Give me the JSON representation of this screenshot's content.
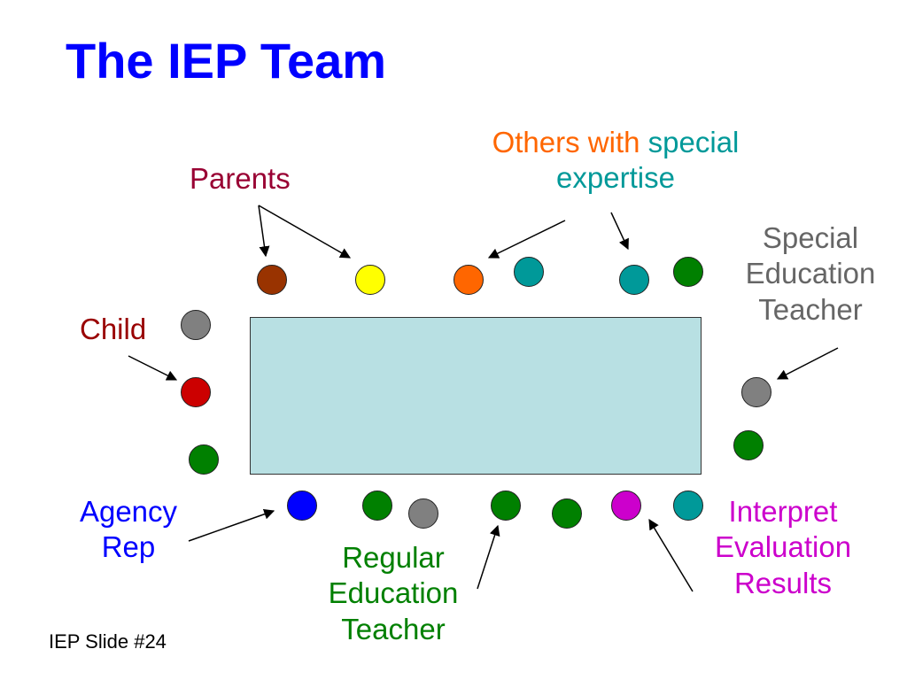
{
  "colors": {
    "title": "#0000ff",
    "parents": "#990033",
    "child": "#990000",
    "others_with": "#ff6600",
    "special_expertise": "#009999",
    "sped_teacher": "#666666",
    "agency_rep": "#0000ff",
    "regular_teacher": "#008000",
    "interpret": "#cc00cc",
    "footer": "#000000",
    "table_fill": "#b8e0e3",
    "arrow": "#000000"
  },
  "title": "The IEP Team",
  "labels": {
    "parents": "Parents",
    "others_prefix": "Others with",
    "others_special": "special",
    "others_expertise": "expertise",
    "child": "Child",
    "sped_teacher": [
      "Special",
      "Education",
      "Teacher"
    ],
    "agency_rep": [
      "Agency",
      "Rep"
    ],
    "regular_teacher": [
      "Regular",
      "Education",
      "Teacher"
    ],
    "interpret": [
      "Interpret",
      "Evaluation",
      "Results"
    ]
  },
  "footer": "IEP Slide #24",
  "seats": [
    {
      "name": "seat-parent-1",
      "color": "#993300"
    },
    {
      "name": "seat-parent-2",
      "color": "#ffff00"
    },
    {
      "name": "seat-expert-orange",
      "color": "#ff6600"
    },
    {
      "name": "seat-expert-teal-1",
      "color": "#009999"
    },
    {
      "name": "seat-expert-teal-2",
      "color": "#009999"
    },
    {
      "name": "seat-top-green",
      "color": "#008000"
    },
    {
      "name": "seat-left-gray",
      "color": "#808080"
    },
    {
      "name": "seat-child",
      "color": "#cc0000"
    },
    {
      "name": "seat-left-green",
      "color": "#008000"
    },
    {
      "name": "seat-right-gray",
      "color": "#808080"
    },
    {
      "name": "seat-right-green",
      "color": "#008000"
    },
    {
      "name": "seat-agency-blue",
      "color": "#0000ff"
    },
    {
      "name": "seat-bottom-green-1",
      "color": "#008000"
    },
    {
      "name": "seat-bottom-gray",
      "color": "#808080"
    },
    {
      "name": "seat-bottom-green-2",
      "color": "#008000"
    },
    {
      "name": "seat-bottom-green-3",
      "color": "#008000"
    },
    {
      "name": "seat-interpret-magenta",
      "color": "#cc00cc"
    },
    {
      "name": "seat-bottom-teal",
      "color": "#009999"
    }
  ]
}
